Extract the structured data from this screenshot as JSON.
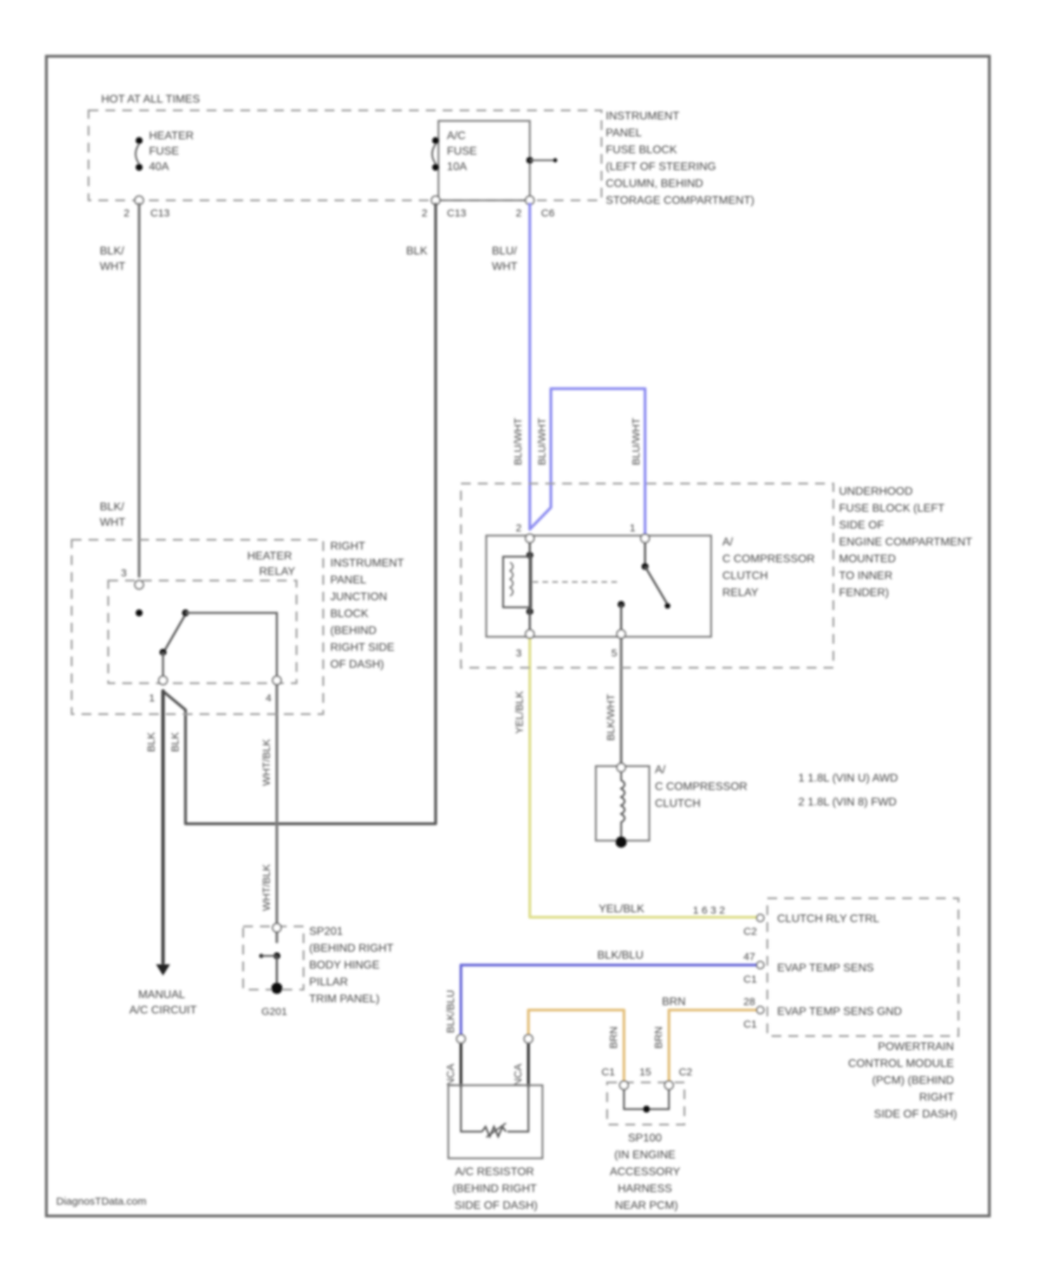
{
  "colors": {
    "wire_default": "#7a7a7a",
    "wire_dark": "#444444",
    "wire_blue_white": "#8c8cf0",
    "wire_blue": "#6a6ad8",
    "wire_yellow": "#dede8a",
    "wire_brown": "#e4c07c",
    "frame": "#6b6b6b"
  },
  "header": {
    "hot_at_all_times": "HOT AT ALL TIMES"
  },
  "fuse_block": {
    "heater_fuse": [
      "HEATER",
      "FUSE",
      "40A"
    ],
    "ac_fuse": [
      "A/C",
      "FUSE",
      "10A"
    ],
    "label": [
      "INSTRUMENT",
      "PANEL",
      "FUSE BLOCK",
      "(LEFT OF STEERING",
      "COLUMN, BEHIND",
      "STORAGE COMPARTMENT)"
    ],
    "pins": {
      "heater_pin": "2",
      "heater_conn": "C13",
      "ac_pin": "2",
      "ac_conn": "C13",
      "right_pin": "2",
      "right_conn": "C6"
    }
  },
  "wires": {
    "blk_wht_1": [
      "BLK/",
      "WHT"
    ],
    "blk": "BLK",
    "blu_wht_top": [
      "BLU/",
      "WHT"
    ],
    "blu_wht_v1": "BLU/WHT",
    "blu_wht_v2": "BLU/WHT",
    "blu_wht_v3": "BLU/WHT",
    "blk_wht_relay": [
      "BLK/",
      "WHT"
    ],
    "blk_1": "BLK",
    "blk_2": "BLK",
    "wht_blk_1": "WHT/BLK",
    "wht_blk_2": "WHT/BLK",
    "yel_blk_v": "YEL/BLK",
    "blk_wht_v": "BLK/WHT",
    "yel_blk_h": "YEL/BLK",
    "blk_blu_h": "BLK/BLU",
    "blk_blu_v": "BLK/BLU",
    "brn_h": "BRN",
    "brn_v1": "BRN",
    "brn_v2": "BRN",
    "nca_1": "NCA",
    "nca_2": "NCA"
  },
  "heater_relay": {
    "title": [
      "HEATER",
      "RELAY"
    ],
    "label": [
      "RIGHT",
      "INSTRUMENT",
      "PANEL",
      "JUNCTION",
      "BLOCK",
      "(BEHIND",
      "RIGHT SIDE",
      "OF DASH)"
    ],
    "pins": [
      "3",
      "1",
      "4"
    ]
  },
  "underhood": {
    "label": [
      "UNDERHOOD",
      "FUSE BLOCK (LEFT",
      "SIDE OF",
      "ENGINE COMPARTMENT",
      "MOUNTED",
      "TO INNER",
      "FENDER)"
    ],
    "relay_label": [
      "A/",
      "C COMPRESSOR",
      "CLUTCH",
      "RELAY"
    ],
    "pins": [
      "2",
      "1",
      "3",
      "5"
    ]
  },
  "compressor": {
    "label": [
      "A/",
      "C COMPRESSOR",
      "CLUTCH"
    ],
    "notes": [
      "1   1.8L (VIN U) AWD",
      "2   1.8L (VIN 8) FWD"
    ]
  },
  "manual_ac": [
    "MANUAL",
    "A/C CIRCUIT"
  ],
  "splice_sp201": {
    "label": [
      "SP201",
      "(BEHIND RIGHT",
      "BODY HINGE",
      "PILLAR",
      "TRIM PANEL)"
    ],
    "ground": "G201"
  },
  "pcm": {
    "pins": [
      "CLUTCH RLY CTRL",
      "EVAP TEMP SENS",
      "EVAP TEMP SENS GND"
    ],
    "conn_refs": [
      "1   6   3   2"
    ],
    "small": [
      "C2",
      "47",
      "C1",
      "28",
      "C1"
    ],
    "label": [
      "POWERTRAIN",
      "CONTROL MODULE",
      "(PCM) (BEHIND",
      "RIGHT",
      "SIDE OF DASH)"
    ]
  },
  "ac_resistor": {
    "label": [
      "A/C RESISTOR",
      "(BEHIND RIGHT",
      "SIDE OF DASH)"
    ]
  },
  "splice_sp100": {
    "label": [
      "SP100",
      "(IN ENGINE",
      "ACCESSORY",
      "HARNESS",
      "NEAR PCM)"
    ],
    "pins": [
      "C1",
      "15",
      "C2"
    ]
  },
  "watermark": "DiagnosTData.com"
}
